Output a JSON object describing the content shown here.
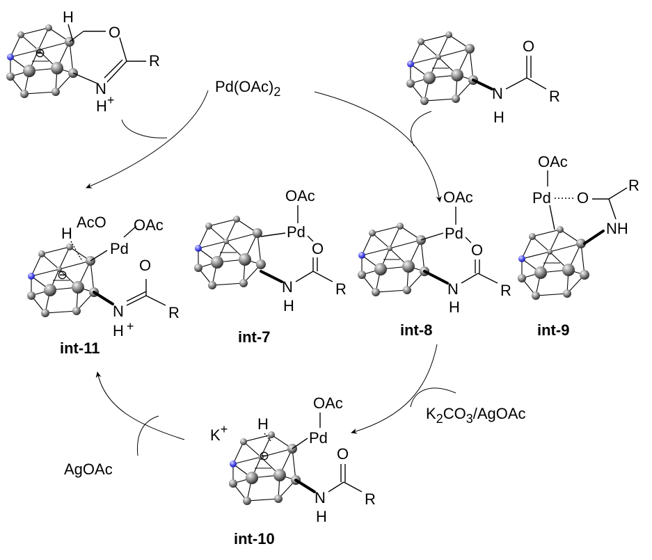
{
  "reagents": {
    "catalyst": "Pd(OAc)",
    "catalyst_sub": "2",
    "base_k": "K",
    "base_k_sub": "2",
    "base_co": "CO",
    "base_co_sub": "3",
    "base_rest": "/AgOAc",
    "oxidant": "AgOAc"
  },
  "intermediates": [
    {
      "id": "int7",
      "label": "int-7"
    },
    {
      "id": "int8",
      "label": "int-8"
    },
    {
      "id": "int9",
      "label": "int-9"
    },
    {
      "id": "int10",
      "label": "int-10"
    },
    {
      "id": "int11",
      "label": "int-11"
    }
  ],
  "atoms": {
    "pd": "Pd",
    "o": "O",
    "oac": "OAc",
    "aco": "AcO",
    "n": "N",
    "h": "H",
    "r": "R",
    "k": "K",
    "hplus": "H",
    "plus": "+",
    "minus": "⊖"
  },
  "colors": {
    "boron_vertex": "#5b5bf5",
    "cage_vertex": "#8a8a8a",
    "bond": "#000000"
  }
}
